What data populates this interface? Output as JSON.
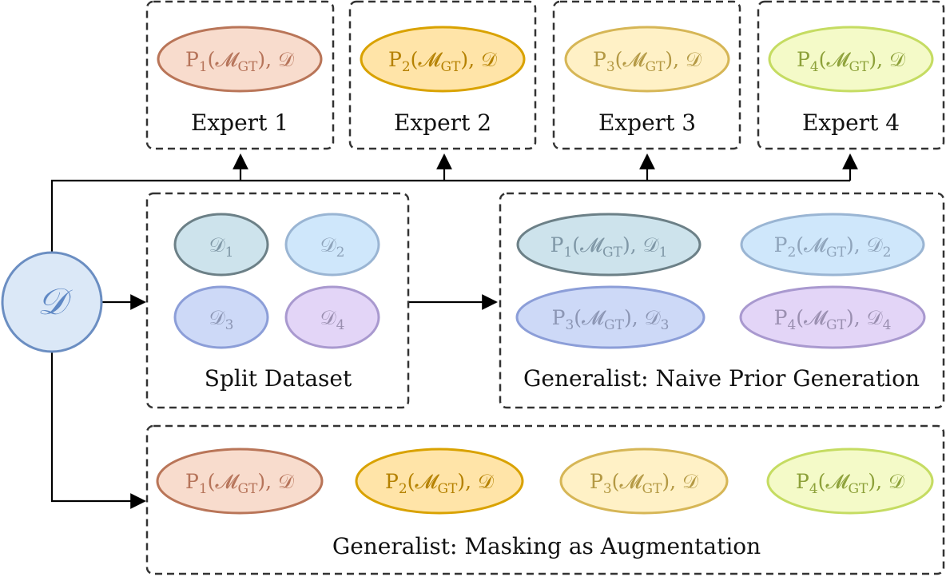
{
  "colors": {
    "e1": {
      "fill": "#f8dccd",
      "stroke": "#b97558",
      "text": "#b6745a"
    },
    "e2": {
      "fill": "#ffe4a8",
      "stroke": "#d9a200",
      "text": "#b58100"
    },
    "e3": {
      "fill": "#fff1c6",
      "stroke": "#d6b656",
      "text": "#b49944"
    },
    "e4": {
      "fill": "#f4fac8",
      "stroke": "#c5dc62",
      "text": "#8da13a"
    },
    "d1": {
      "fill": "#cde3ec",
      "stroke": "#6c8087",
      "text": "#7f97a6"
    },
    "d2": {
      "fill": "#cfe7fb",
      "stroke": "#9ab5d3",
      "text": "#8fa4bb"
    },
    "d3": {
      "fill": "#cdd9f7",
      "stroke": "#8c9ed8",
      "text": "#8c96b4"
    },
    "d4": {
      "fill": "#e3d5f7",
      "stroke": "#a999cf",
      "text": "#9a8fb0"
    },
    "source": {
      "fill": "#dbe8f7",
      "stroke": "#6b8ec2",
      "text": "#5f88c4"
    }
  },
  "source": {
    "symbol": "𝒟"
  },
  "experts": [
    {
      "label": "Expert 1",
      "p": "P",
      "idx": "1",
      "m": "(𝓜",
      "gt": "GT",
      "rest": "), 𝒟"
    },
    {
      "label": "Expert 2",
      "p": "P",
      "idx": "2",
      "m": "(𝓜",
      "gt": "GT",
      "rest": "), 𝒟"
    },
    {
      "label": "Expert 3",
      "p": "P",
      "idx": "3",
      "m": "(𝓜",
      "gt": "GT",
      "rest": "), 𝒟"
    },
    {
      "label": "Expert 4",
      "p": "P",
      "idx": "4",
      "m": "(𝓜",
      "gt": "GT",
      "rest": "), 𝒟"
    }
  ],
  "split": {
    "title": "Split Dataset",
    "items": [
      {
        "d": "𝒟",
        "idx": "1"
      },
      {
        "d": "𝒟",
        "idx": "2"
      },
      {
        "d": "𝒟",
        "idx": "3"
      },
      {
        "d": "𝒟",
        "idx": "4"
      }
    ]
  },
  "naive": {
    "title": "Generalist: Naive Prior Generation",
    "items": [
      {
        "p": "P",
        "idx": "1",
        "m": "(𝓜",
        "gt": "GT",
        "rest": "), 𝒟",
        "didx": "1"
      },
      {
        "p": "P",
        "idx": "2",
        "m": "(𝓜",
        "gt": "GT",
        "rest": "), 𝒟",
        "didx": "2"
      },
      {
        "p": "P",
        "idx": "3",
        "m": "(𝓜",
        "gt": "GT",
        "rest": "), 𝒟",
        "didx": "3"
      },
      {
        "p": "P",
        "idx": "4",
        "m": "(𝓜",
        "gt": "GT",
        "rest": "), 𝒟",
        "didx": "4"
      }
    ]
  },
  "masking": {
    "title": "Generalist: Masking as Augmentation",
    "items": [
      {
        "p": "P",
        "idx": "1",
        "m": "(𝓜",
        "gt": "GT",
        "rest": "), 𝒟"
      },
      {
        "p": "P",
        "idx": "2",
        "m": "(𝓜",
        "gt": "GT",
        "rest": "), 𝒟"
      },
      {
        "p": "P",
        "idx": "3",
        "m": "(𝓜",
        "gt": "GT",
        "rest": "), 𝒟"
      },
      {
        "p": "P",
        "idx": "4",
        "m": "(𝓜",
        "gt": "GT",
        "rest": "), 𝒟"
      }
    ]
  }
}
